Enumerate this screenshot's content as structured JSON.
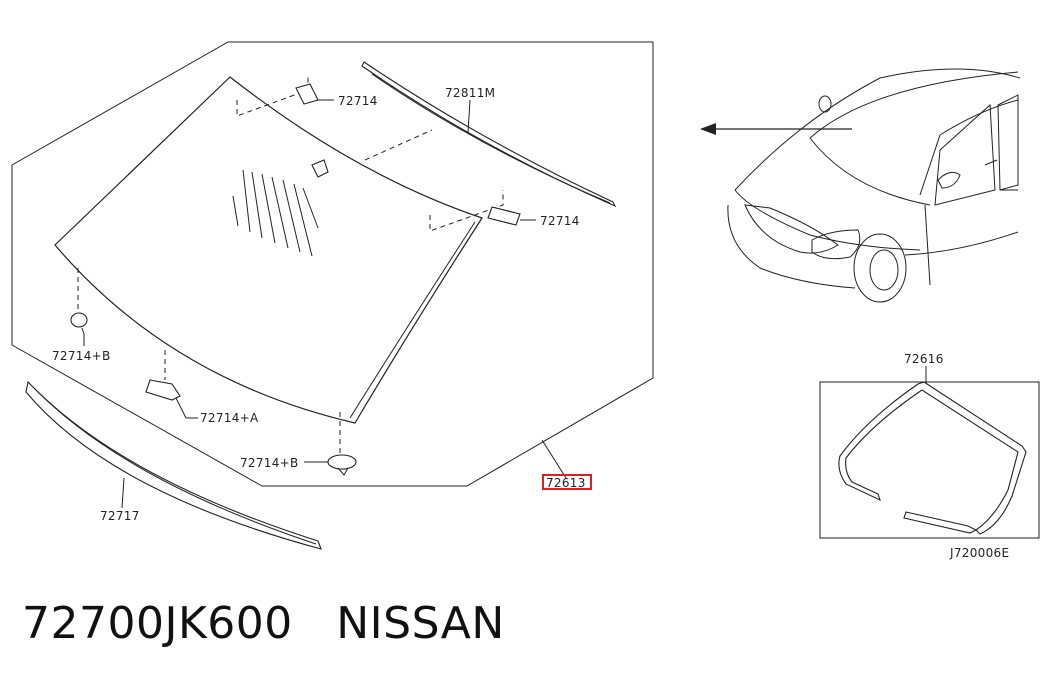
{
  "labels": {
    "clip_top": "72714",
    "molding_top": "72811M",
    "clip_right": "72714",
    "clip_left_b": "72714+B",
    "clip_left_a": "72714+A",
    "clip_bottom_b": "72714+B",
    "molding_bottom": "72717",
    "glass": "72613",
    "weatherstrip": "72616",
    "drawing_code": "J720006E"
  },
  "caption": "72700JK600   NISSAN",
  "colors": {
    "highlight": "#e02020",
    "line": "#222222"
  }
}
